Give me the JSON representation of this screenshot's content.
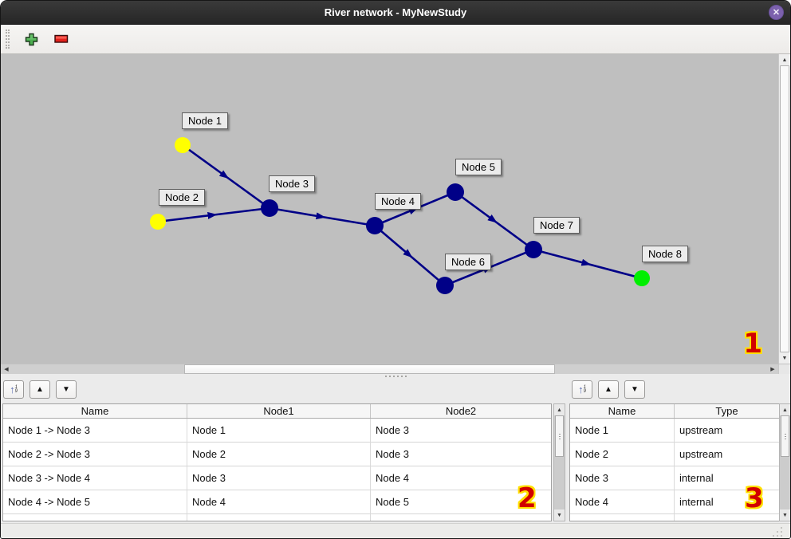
{
  "window": {
    "title": "River network - MyNewStudy",
    "close_icon": "✕"
  },
  "toolbar": {
    "add_icon": "plus",
    "remove_icon": "minus"
  },
  "icons": {
    "up": "▲",
    "down": "▼",
    "left": "◀",
    "right": "▶",
    "sort_arrow": "↑",
    "sort_top": "1",
    "sort_bottom": "9"
  },
  "colors": {
    "canvas_bg": "#bfbfbf",
    "edge": "#000087",
    "node_yellow": "#ffff00",
    "node_navy": "#000087",
    "node_green": "#00ef00",
    "annotation_red": "#d10000",
    "annotation_outline": "#ffe000",
    "titlebar": "#2d2d2d",
    "close_button": "#7c61ad"
  },
  "network": {
    "nodes": [
      {
        "label": "Node 1",
        "color": "#ffff00"
      },
      {
        "label": "Node 2",
        "color": "#ffff00"
      },
      {
        "label": "Node 3",
        "color": "#000087"
      },
      {
        "label": "Node 4",
        "color": "#000087"
      },
      {
        "label": "Node 5",
        "color": "#000087"
      },
      {
        "label": "Node 6",
        "color": "#000087"
      },
      {
        "label": "Node 7",
        "color": "#000087"
      },
      {
        "label": "Node 8",
        "color": "#00ef00"
      }
    ],
    "edges": [
      {
        "from": "Node 1",
        "to": "Node 3"
      },
      {
        "from": "Node 2",
        "to": "Node 3"
      },
      {
        "from": "Node 3",
        "to": "Node 4"
      },
      {
        "from": "Node 4",
        "to": "Node 5"
      },
      {
        "from": "Node 4",
        "to": "Node 6"
      },
      {
        "from": "Node 5",
        "to": "Node 7"
      },
      {
        "from": "Node 6",
        "to": "Node 7"
      },
      {
        "from": "Node 7",
        "to": "Node 8"
      }
    ]
  },
  "annotations": {
    "canvas": "1",
    "links_table": "2",
    "nodes_table": "3"
  },
  "links_table": {
    "headers": [
      "Name",
      "Node1",
      "Node2"
    ],
    "rows": [
      [
        "Node 1 -> Node 3",
        "Node 1",
        "Node 3"
      ],
      [
        "Node 2 -> Node 3",
        "Node 2",
        "Node 3"
      ],
      [
        "Node 3 -> Node 4",
        "Node 3",
        "Node 4"
      ],
      [
        "Node 4 -> Node 5",
        "Node 4",
        "Node 5"
      ]
    ]
  },
  "nodes_table": {
    "headers": [
      "Name",
      "Type"
    ],
    "rows": [
      [
        "Node 1",
        "upstream"
      ],
      [
        "Node 2",
        "upstream"
      ],
      [
        "Node 3",
        "internal"
      ],
      [
        "Node 4",
        "internal"
      ]
    ]
  }
}
